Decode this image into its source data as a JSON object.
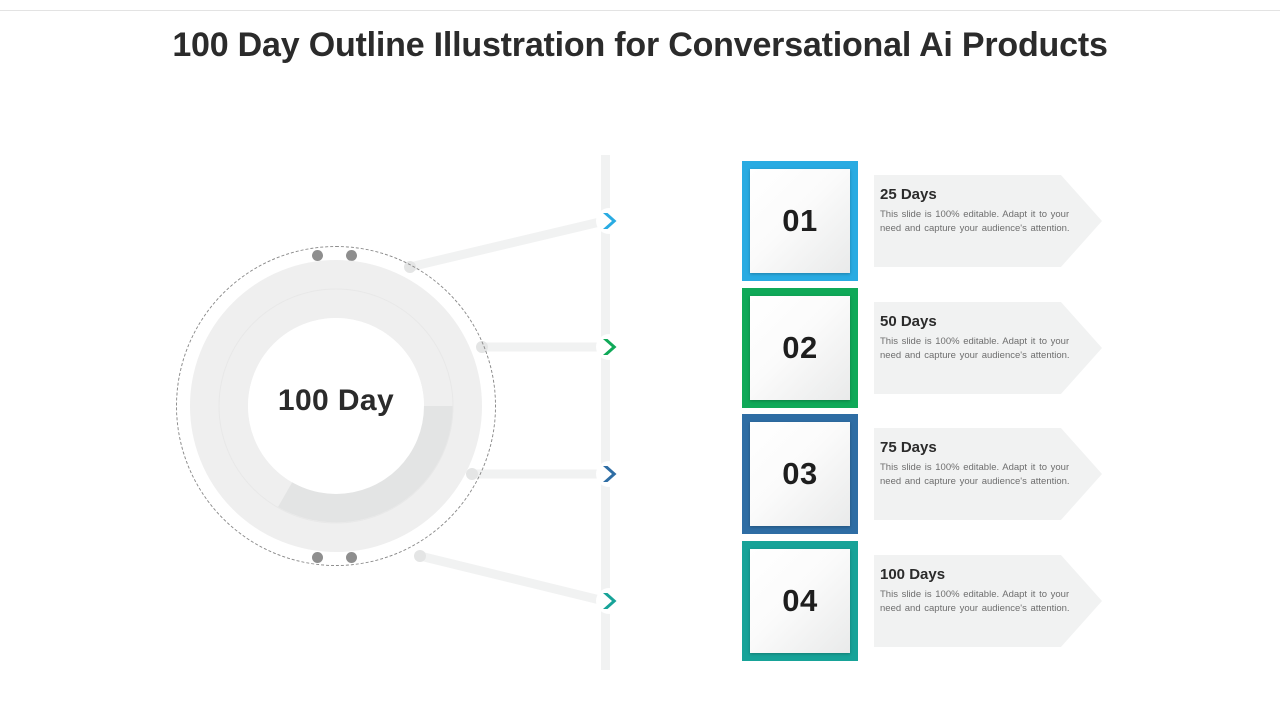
{
  "slide": {
    "title": "100 Day Outline Illustration for Conversational Ai Products"
  },
  "donut": {
    "center_label": "100 Day",
    "ring_base_color": "#efefef",
    "ring_segment_color": "#e0e0e0",
    "dashed_ring_color": "#8b8b8b",
    "dot_color": "#8e8e8e"
  },
  "spine": {
    "color": "#f1f2f2"
  },
  "rows": [
    {
      "number": "01",
      "title": "25 Days",
      "body": "This slide is 100% editable. Adapt it to your need and capture your audience's attention.",
      "accent": "#29abe2",
      "chevron_name": "chevron-right-icon-1"
    },
    {
      "number": "02",
      "title": "50 Days",
      "body": "This slide is 100% editable. Adapt it to your need and capture your audience's attention.",
      "accent": "#0fa958",
      "chevron_name": "chevron-right-icon-2"
    },
    {
      "number": "03",
      "title": "75 Days",
      "body": "This slide is 100% editable. Adapt it to your need and capture your audience's attention.",
      "accent": "#2e6da4",
      "chevron_name": "chevron-right-icon-3"
    },
    {
      "number": "04",
      "title": "100 Days",
      "body": "This slide is 100% editable. Adapt it to your need and capture your audience's attention.",
      "accent": "#17a398",
      "chevron_name": "chevron-right-icon-4"
    }
  ]
}
